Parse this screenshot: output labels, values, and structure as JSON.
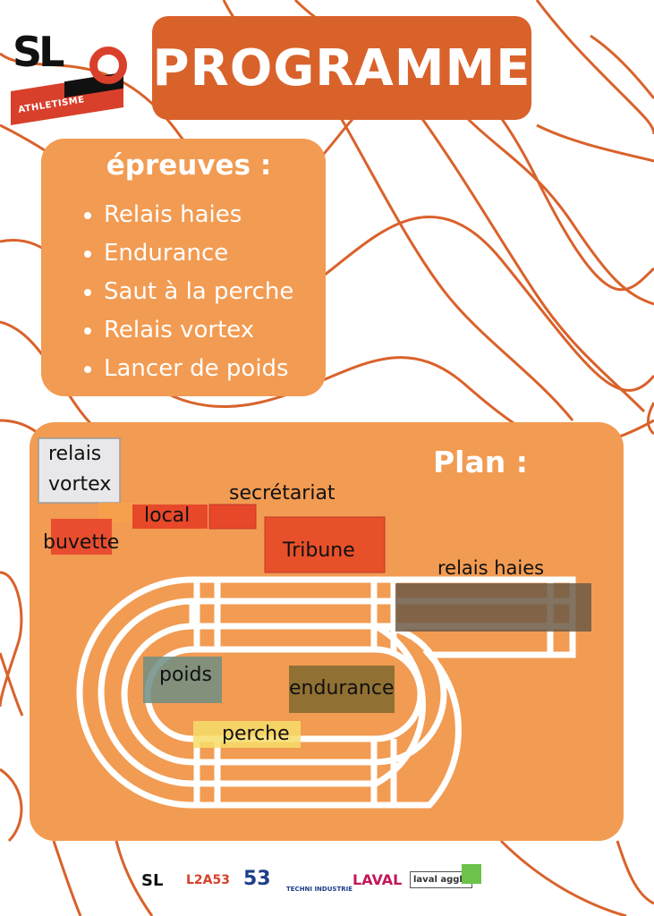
{
  "header": {
    "title": "PROGRAMME"
  },
  "logo": {
    "mark": "SL",
    "text": "ATHLETISME"
  },
  "epreuves": {
    "title": "épreuves :",
    "items": [
      "Relais haies",
      "Endurance",
      "Saut à la perche",
      "Relais vortex",
      "Lancer de poids"
    ]
  },
  "plan": {
    "title": "Plan :",
    "labels": {
      "relais_vortex_1": "relais",
      "relais_vortex_2": "vortex",
      "buvette": "buvette",
      "local": "local",
      "secretariat": "secrétariat",
      "tribune": "Tribune",
      "relais_haies": "relais haies",
      "poids": "poids",
      "endurance": "endurance",
      "perche": "perche"
    }
  },
  "sponsors": [
    "SL",
    "L2A53",
    "53",
    "TECHNI INDUSTRIE",
    "LAVAL",
    "laval agglo",
    "logo"
  ],
  "colors": {
    "accent": "#d9622b",
    "panel": "#f29b52",
    "lines": "#d9622b"
  }
}
